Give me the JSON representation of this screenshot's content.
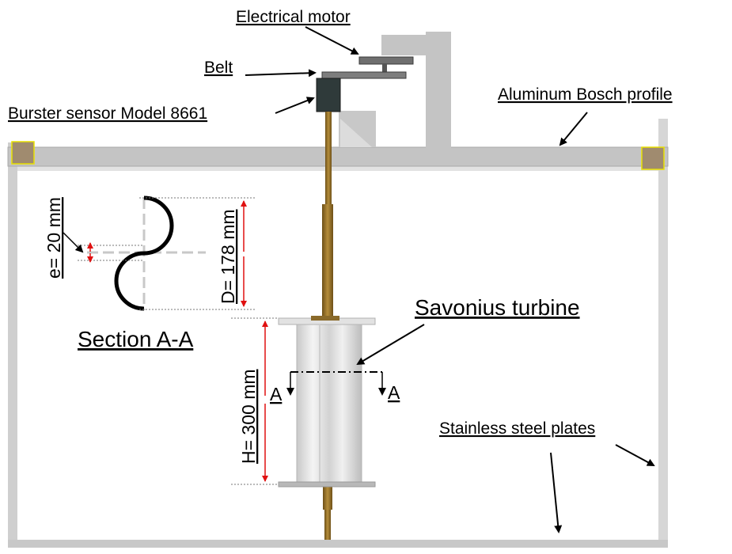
{
  "labels": {
    "motor": "Electrical motor",
    "belt": "Belt",
    "sensor": "Burster sensor Model 8661",
    "profile": "Aluminum Bosch profile",
    "turbine": "Savonius turbine",
    "section": "Section A-A",
    "plates": "Stainless steel plates",
    "cut_left": "A",
    "cut_right": "A"
  },
  "dimensions": {
    "overlap": "e= 20 mm",
    "diameter": "D= 178 mm",
    "height": "H= 300 mm"
  },
  "colors": {
    "frame": "#c8c8c8",
    "frame_dark": "#a9a9a9",
    "motor_mount": "#c4c4c4",
    "shaft": "#9a7428",
    "sensor": "#2f3a3a",
    "dimension_arrow": "#e01010",
    "corner_block": "#a08b6f",
    "corner_outline": "#e8e000"
  }
}
